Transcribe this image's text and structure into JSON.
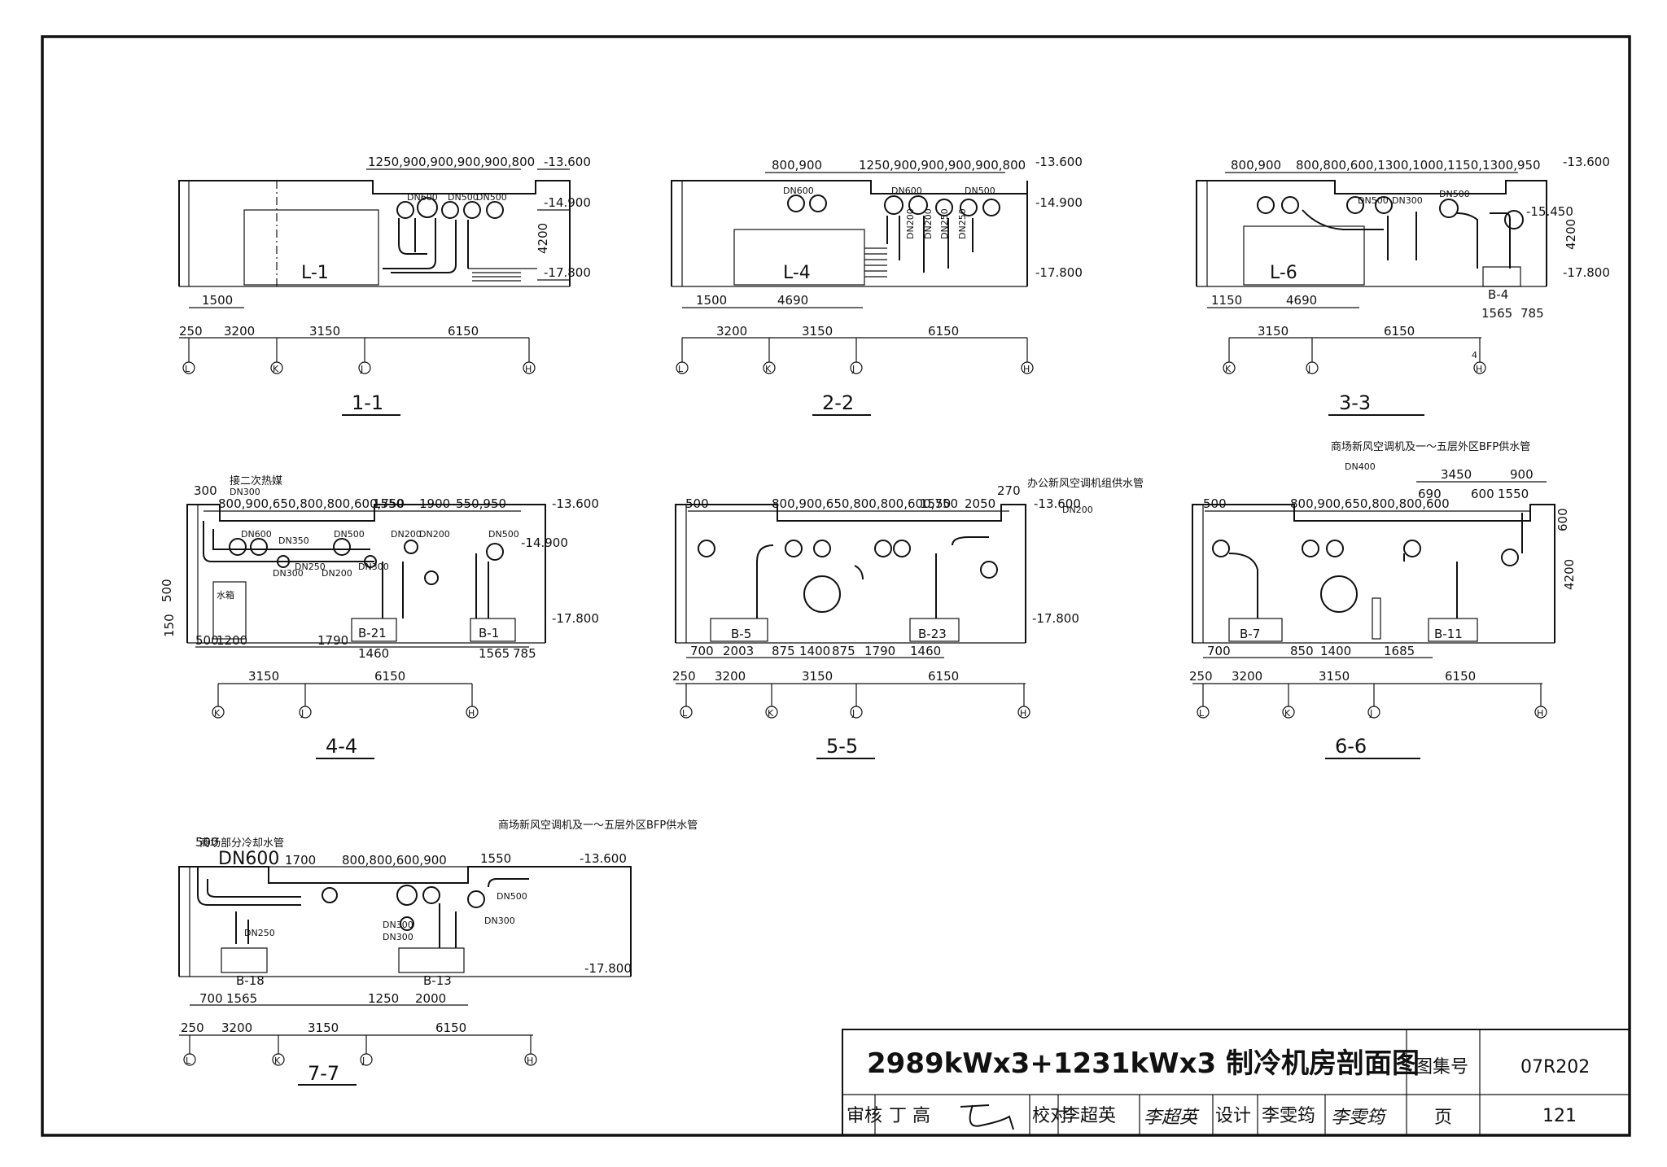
{
  "sections": [
    {
      "label": "1-1",
      "unit": "L-1",
      "top": "1250,900,900,900,900,800",
      "dn": [
        "DN600",
        "DN500",
        "DN500"
      ],
      "elev": [
        "-13.600",
        "-14.900",
        "-17.800"
      ],
      "height": "4200",
      "sub": [
        "1500"
      ],
      "bottom": [
        "250",
        "3200",
        "3150",
        "6150"
      ],
      "axes": [
        "L",
        "K",
        "J",
        "H"
      ]
    },
    {
      "label": "2-2",
      "unit": "L-4",
      "top": "800,900",
      "top2": "1250,900,900,900,900,800",
      "dn": [
        "DN600",
        "DN600",
        "DN500"
      ],
      "dnv": [
        "DN200",
        "DN200",
        "DN250",
        "DN250"
      ],
      "elev": [
        "-13.600",
        "-14.900",
        "-17.800"
      ],
      "sub": [
        "1500",
        "4690"
      ],
      "bottom": [
        "3200",
        "3150",
        "6150"
      ],
      "axes": [
        "L",
        "K",
        "J",
        "H"
      ]
    },
    {
      "label": "3-3",
      "unit": "L-6",
      "top": "800,900",
      "top2": "800,800,600,1300,1000,1150,1300,950",
      "dn": [
        "DN500",
        "DN300",
        "DN500"
      ],
      "elev": [
        "-13.600",
        "-15.450",
        "-17.800"
      ],
      "height": "4200",
      "pump": "B-4",
      "sub": [
        "1150",
        "4690",
        "1565",
        "785"
      ],
      "bottom": [
        "3150",
        "6150"
      ],
      "axes": [
        "K",
        "J",
        "H"
      ],
      "extra": "4"
    },
    {
      "label": "4-4",
      "note": "接二次热媒",
      "dn_top": "DN300",
      "top": "300",
      "top2": "800,900,650,800,800,600,750",
      "top3": "1550",
      "top4": "1900",
      "top5": "550,950",
      "dn": [
        "DN600",
        "DN350",
        "DN500",
        "DN200",
        "DN200",
        "DN500",
        "DN300",
        "DN250",
        "DN200",
        "DN300"
      ],
      "elev": [
        "-13.600",
        "-14.900",
        "-17.800"
      ],
      "tank": "水箱",
      "pumps": [
        "B-21",
        "B-1"
      ],
      "side": [
        "500",
        "150"
      ],
      "sub": [
        "500",
        "1200",
        "1790",
        "1460",
        "1565",
        "785"
      ],
      "bottom": [
        "3150",
        "6150"
      ],
      "axes": [
        "K",
        "J",
        "H"
      ]
    },
    {
      "label": "5-5",
      "note": "办公新风空调机组供水管",
      "dn_note": "DN200",
      "top": "500",
      "top2": "800,900,650,800,800,600,750",
      "top3": "1550",
      "top4": "2050",
      "top5": "270",
      "elev": [
        "-13.600",
        "-17.800"
      ],
      "pumps": [
        "B-5",
        "B-23"
      ],
      "sub": [
        "700",
        "2003",
        "875",
        "1400",
        "875",
        "1790",
        "1460"
      ],
      "bottom": [
        "250",
        "3200",
        "3150",
        "6150"
      ],
      "axes": [
        "L",
        "K",
        "J",
        "H"
      ]
    },
    {
      "label": "6-6",
      "note": "商场新风空调机及一～五层外区BFP供水管",
      "dn_note": "DN400",
      "top": "500",
      "top2": "800,900,650,800,800,600",
      "top3": "3450",
      "top4": "900",
      "top5": "690",
      "top6": "600",
      "top7": "1550",
      "side": [
        "600",
        "4200"
      ],
      "pumps": [
        "B-7",
        "B-11"
      ],
      "sub": [
        "700",
        "850",
        "1400",
        "1685"
      ],
      "bottom": [
        "250",
        "3200",
        "3150",
        "6150"
      ],
      "axes": [
        "L",
        "K",
        "J",
        "H"
      ]
    },
    {
      "label": "7-7",
      "note": "商场部分冷却水管",
      "note2": "商场新风空调机及一～五层外区BFP供水管",
      "top": "500",
      "dn_top": "DN600",
      "top2": "1700",
      "top3": "800,800,600,900",
      "top4": "1550",
      "dn": [
        "DN500",
        "DN300",
        "DN300",
        "DN300",
        "DN250"
      ],
      "elev": [
        "-13.600",
        "-17.800"
      ],
      "pumps": [
        "B-18",
        "B-13"
      ],
      "sub": [
        "700",
        "1565",
        "1250",
        "2000"
      ],
      "bottom": [
        "250",
        "3200",
        "3150",
        "6150"
      ],
      "axes": [
        "L",
        "K",
        "J",
        "H"
      ]
    }
  ],
  "title_block": {
    "title": "2989kWx3+1231kWx3 制冷机房剖面图",
    "atlas_label": "图集号",
    "atlas_no": "07R202",
    "review_label": "审核",
    "reviewer": "丁 高",
    "check_label": "校对",
    "checker": "李超英",
    "design_label": "设计",
    "designer": "李雯筠",
    "page_label": "页",
    "page_no": "121"
  }
}
